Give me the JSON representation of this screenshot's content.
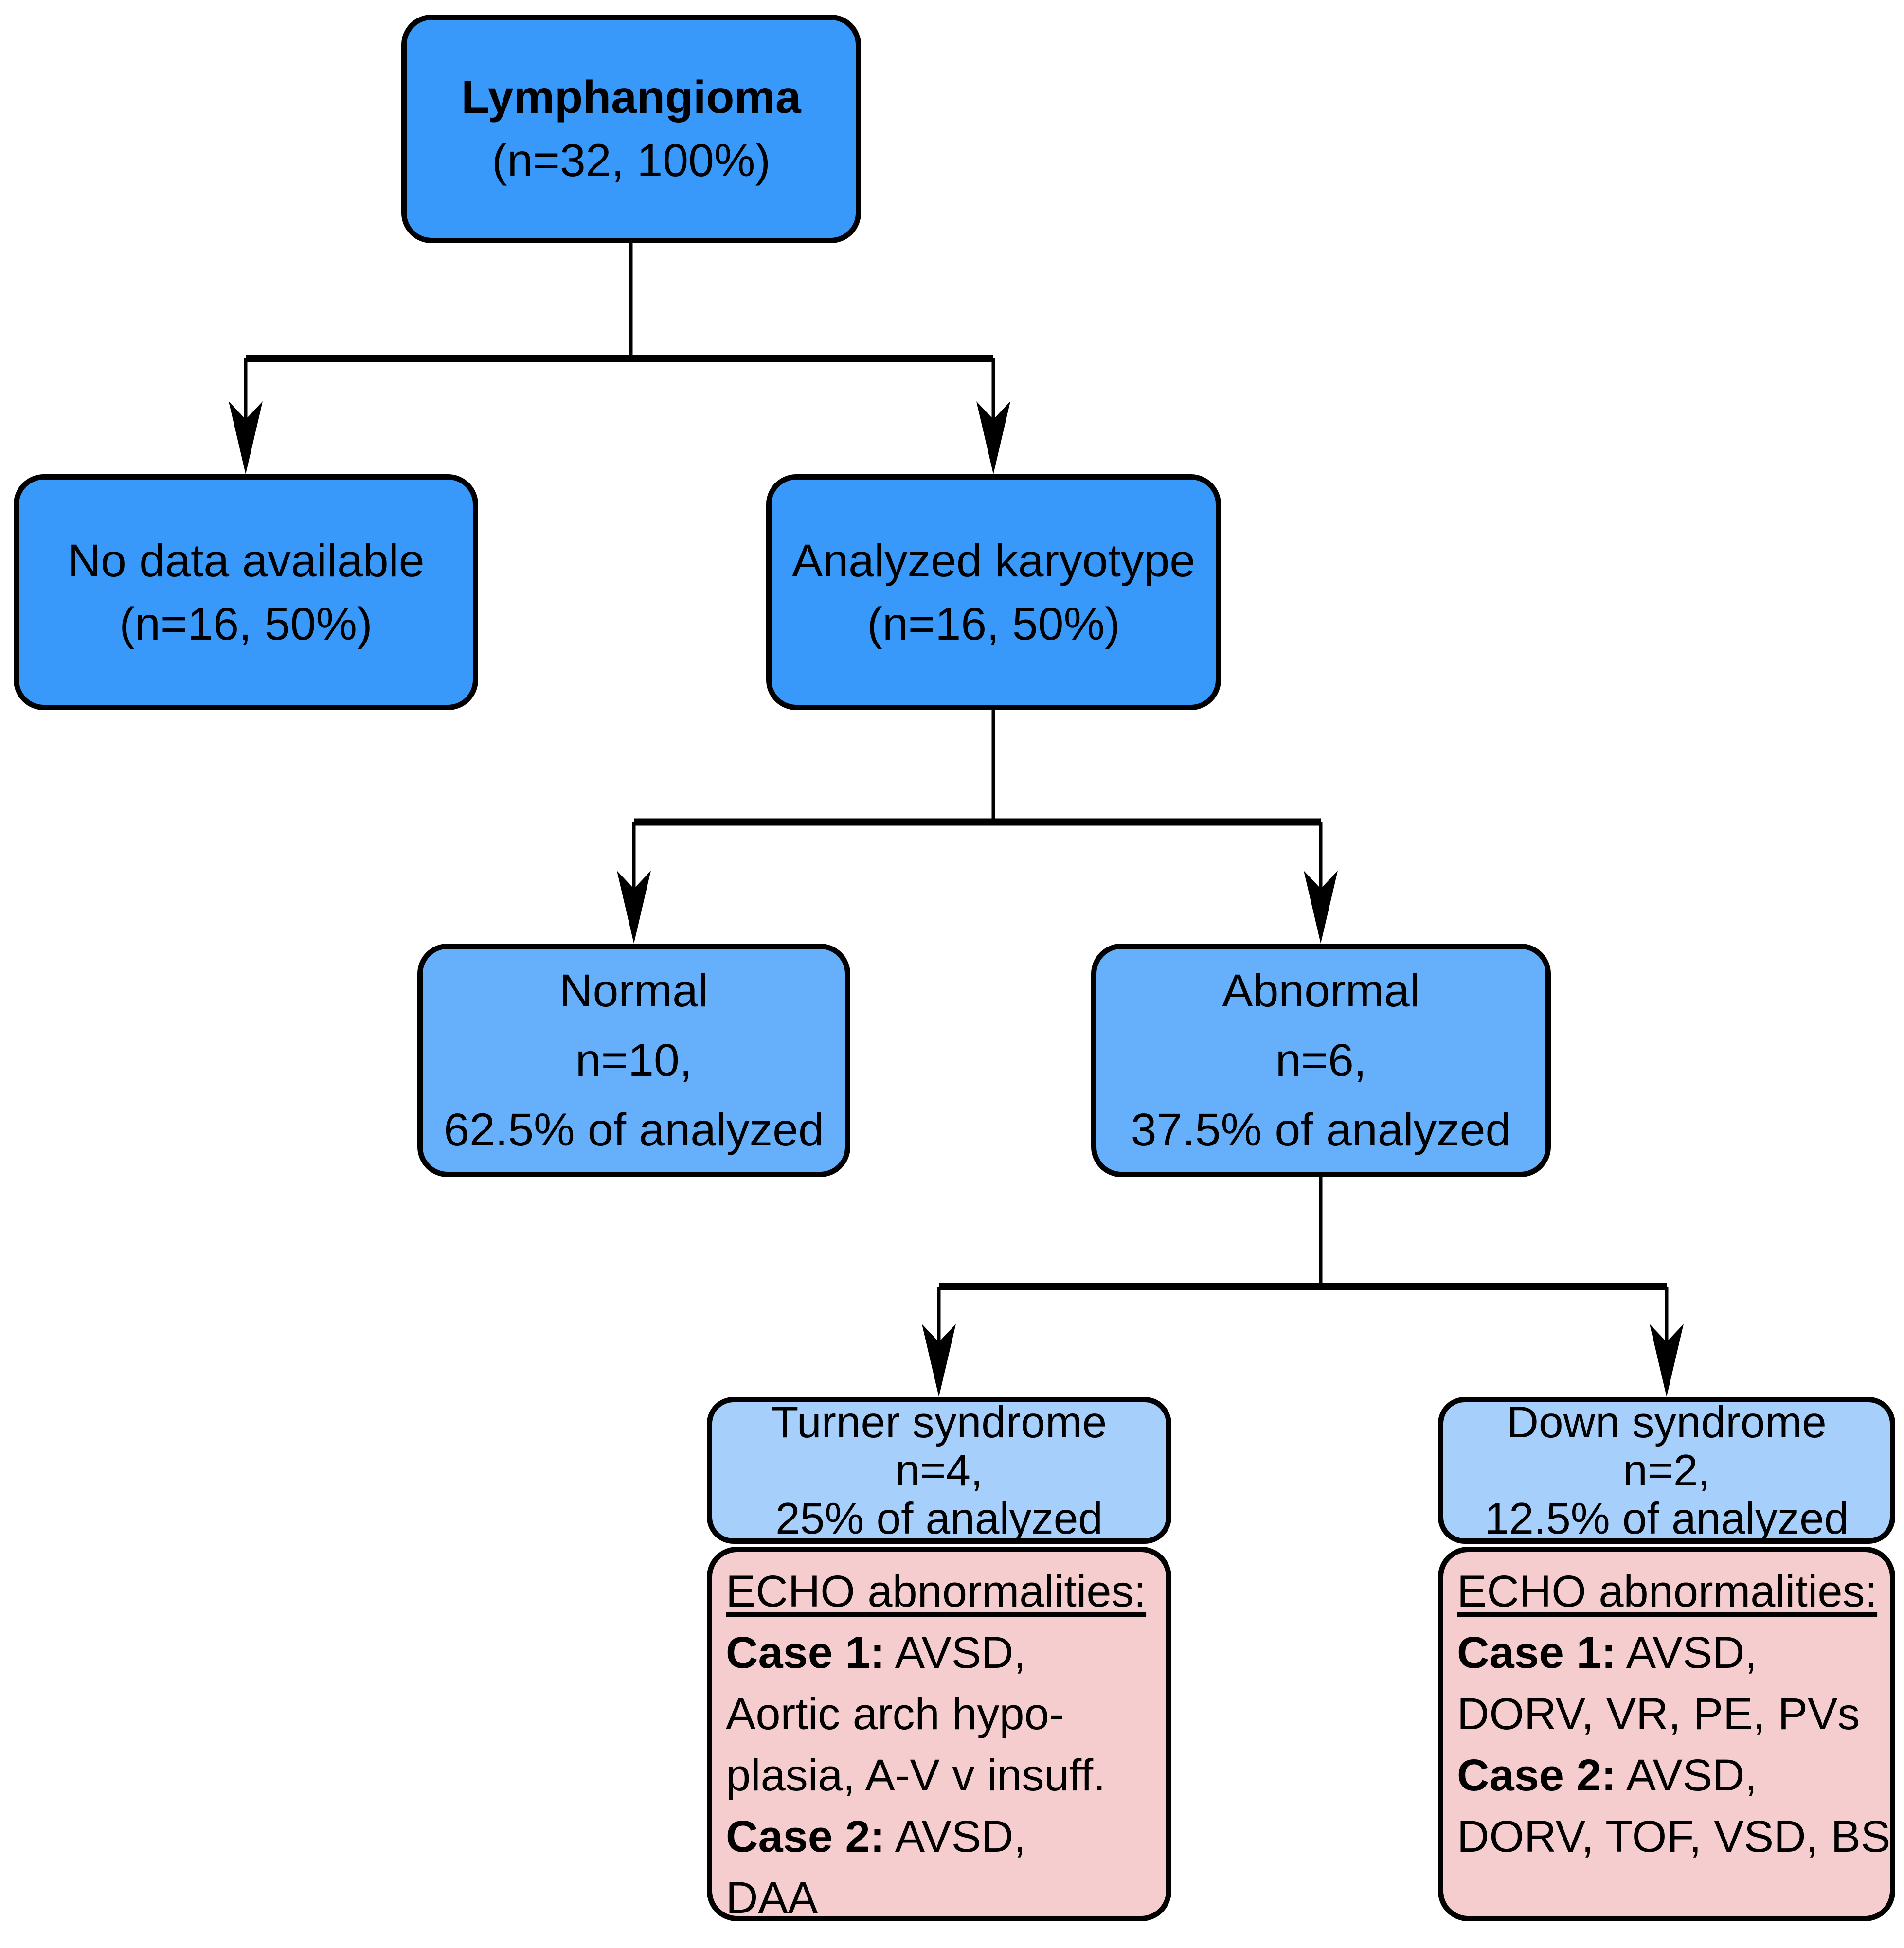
{
  "flowchart": {
    "nodes": {
      "root": {
        "line1": "Lymphangioma",
        "line2": "(n=32, 100%)"
      },
      "no_data": {
        "line1": "No data available",
        "line2": "(n=16, 50%)"
      },
      "analyzed": {
        "line1": "Analyzed karyotype",
        "line2": "(n=16, 50%)"
      },
      "normal": {
        "line1": "Normal",
        "line2": "n=10,",
        "line3": "62.5% of analyzed"
      },
      "abnormal": {
        "line1": "Abnormal",
        "line2": "n=6,",
        "line3": "37.5% of analyzed"
      },
      "turner": {
        "line1": "Turner syndrome",
        "line2": "n=4,",
        "line3": "25% of analyzed"
      },
      "down": {
        "line1": "Down syndrome",
        "line2": "n=2,",
        "line3": "12.5% of analyzed"
      },
      "turner_echo": {
        "heading": "ECHO abnormalities:",
        "lines": [
          {
            "bold": "Case 1:",
            "text": " AVSD,"
          },
          {
            "bold": "",
            "text": "Aortic arch hypo-"
          },
          {
            "bold": "",
            "text": "plasia, A-V v insuff."
          },
          {
            "bold": "Case 2:",
            "text": " AVSD,"
          },
          {
            "bold": "",
            "text": "DAA"
          }
        ]
      },
      "down_echo": {
        "heading": "ECHO abnormalities:",
        "lines": [
          {
            "bold": "Case 1:",
            "text": " AVSD,"
          },
          {
            "bold": "",
            "text": "DORV, VR, PE, PVs"
          },
          {
            "bold": "Case 2:",
            "text": " AVSD,"
          },
          {
            "bold": "",
            "text": "DORV, TOF, VSD, BS"
          }
        ]
      }
    },
    "colors": {
      "level1_fill": "#3899fa",
      "level3_fill": "#66b0fb",
      "level4_fill": "#a6cffc",
      "echo_fill": "#f6cdce",
      "border": "#000000",
      "line": "#000000"
    }
  }
}
